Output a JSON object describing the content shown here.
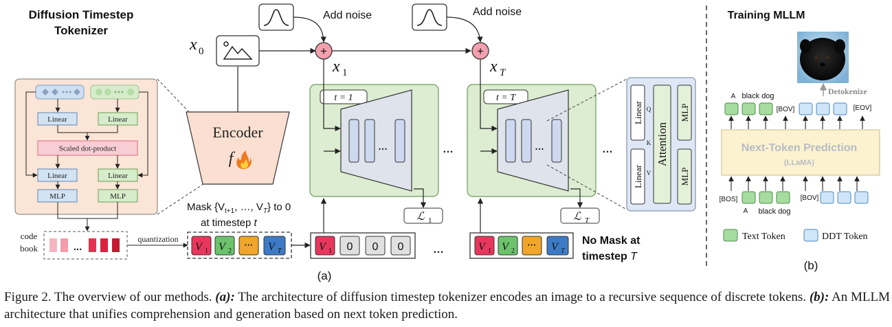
{
  "left_panel": {
    "title_line1": "Diffusion Timestep",
    "title_line2": "Tokenizer",
    "linear_1": "Linear",
    "linear_2": "Linear",
    "scaled_dot": "Scaled dot-product",
    "linear_3": "Linear",
    "linear_4": "Linear",
    "mlp_1": "MLP",
    "mlp_2": "MLP",
    "code_label_1": "code",
    "code_label_2": "book",
    "quantization": "quantization",
    "dots": "..."
  },
  "encoder": {
    "label": "Encoder",
    "symbol": "f"
  },
  "inputs": {
    "x0": "x",
    "x0_sub": "0",
    "x1": "x",
    "x1_sub": "1",
    "xT": "x",
    "xT_sub": "T",
    "add_noise_1": "Add noise",
    "add_noise_2": "Add noise",
    "plus": "+"
  },
  "blocks": {
    "t1": "t = 1",
    "tT": "t = T",
    "loss_1": "ℒ",
    "loss_1_sub": "1",
    "loss_T": "ℒ",
    "loss_T_sub": "T",
    "ellipsis": "…"
  },
  "detail": {
    "linear_top": "Linear",
    "linear_bottom": "Linear",
    "attention": "Attention",
    "mlp_top": "MLP",
    "mlp_bottom": "MLP",
    "q": "Q",
    "k": "K",
    "v": "V"
  },
  "tokens": {
    "v1": "V",
    "v1_sub": "1",
    "v2": "V",
    "v2_sub": "2",
    "vdots": "···",
    "vT": "V",
    "vT_sub": "T",
    "zero": "0",
    "mask_line1": "Mask {V",
    "mask_sub1": "t+1",
    "mask_mid": ", …, V",
    "mask_sub2": "T",
    "mask_end": "} to 0",
    "mask_line2_a": "at timestep ",
    "mask_line2_b": "t",
    "nomask_line1": "No Mask at",
    "nomask_line2_a": "timestep ",
    "nomask_line2_b": "T",
    "label_a": "(a)"
  },
  "right_panel": {
    "title": "Training MLLM",
    "detokenize": "Detokenize",
    "ntp": "Next-Token Prediction",
    "llama": "(LLaMA)",
    "top_a": "A",
    "top_black_dog": "black dog",
    "top_bov": "[BOV]",
    "top_eov": "[EOV]",
    "bot_bos": "[BOS]",
    "bot_a": "A",
    "bot_black_dog": "black dog",
    "bot_bov": "[BOV]",
    "legend_text": "Text Token",
    "legend_ddt": "DDT Token",
    "label_b": "(b)"
  },
  "caption": {
    "fig": "Figure 2. The overview of our methods. ",
    "a_label": "(a):",
    "a_text": " The architecture of diffusion timestep tokenizer encodes an image to a recursive sequence of discrete tokens. ",
    "b_label": "(b):",
    "b_text": " An MLLM architecture that unifies comprehension and generation based on next token prediction."
  },
  "colors": {
    "panel_peach": "#fbe5d6",
    "block_green": "#dcedd1",
    "token_red": "#e8375c",
    "token_green": "#6cc36c",
    "token_orange": "#f0a62a",
    "token_blue": "#3d7bc6",
    "text_token": "#a7dca0",
    "ddt_token": "#cfe6f8",
    "ntp_fill": "#fcf2cf",
    "plus_fill": "#f4a0ae"
  }
}
